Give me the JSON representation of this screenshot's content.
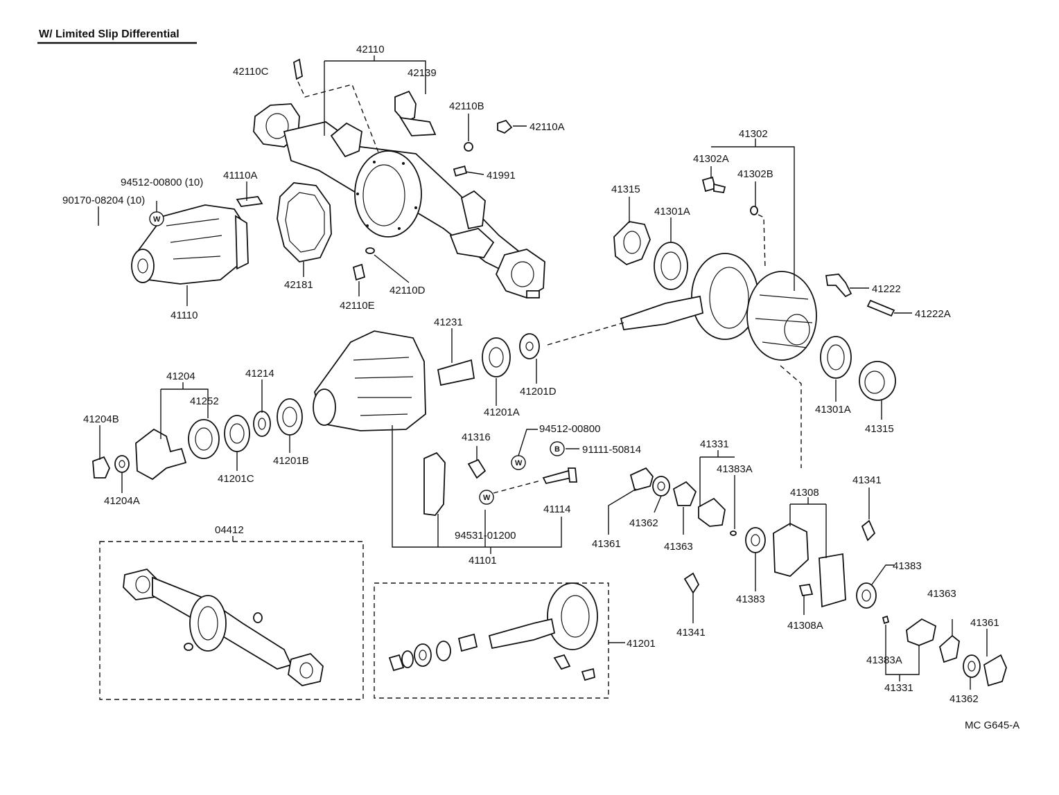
{
  "title": "W/ Limited Slip Differential",
  "figure_code": "MC G645-A",
  "symbols": {
    "washer": "W",
    "bolt": "B"
  },
  "labels": {
    "p42110": "42110",
    "p42110C": "42110C",
    "p42139": "42139",
    "p42110B": "42110B",
    "p42110A": "42110A",
    "p41991": "41991",
    "p94512_00800_10": "94512-00800 (10)",
    "p41110A": "41110A",
    "p90170_08204_10": "90170-08204 (10)",
    "p41110": "41110",
    "p42181": "42181",
    "p42110D": "42110D",
    "p42110E": "42110E",
    "p41302": "41302",
    "p41302A": "41302A",
    "p41302B": "41302B",
    "p41315_top": "41315",
    "p41301A_top": "41301A",
    "p41222": "41222",
    "p41222A": "41222A",
    "p41301A_bot": "41301A",
    "p41315_bot": "41315",
    "p41231": "41231",
    "p41201D": "41201D",
    "p41201A": "41201A",
    "p41204": "41204",
    "p41252": "41252",
    "p41214": "41214",
    "p41204B": "41204B",
    "p41201B": "41201B",
    "p41201C": "41201C",
    "p41204A": "41204A",
    "p41316": "41316",
    "p94512_00800": "94512-00800",
    "p91111_50814": "91111-50814",
    "p41114": "41114",
    "p94531_01200": "94531-01200",
    "p41101": "41101",
    "p41331_top": "41331",
    "p41383A_top": "41383A",
    "p41341_top": "41341",
    "p41308": "41308",
    "p41361_left": "41361",
    "p41362_left": "41362",
    "p41363_left": "41363",
    "p41383_left": "41383",
    "p41383_right": "41383",
    "p41308A": "41308A",
    "p41341_bot": "41341",
    "p41363_right": "41363",
    "p41361_right": "41361",
    "p41383A_bot": "41383A",
    "p41331_bot": "41331",
    "p41362_right": "41362",
    "p04412": "04412",
    "p41201": "41201"
  }
}
